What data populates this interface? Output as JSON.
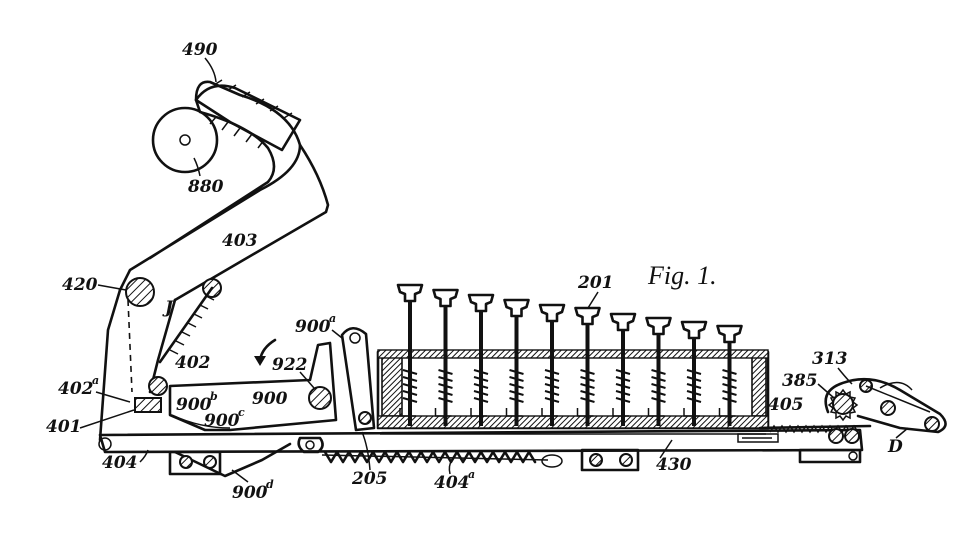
{
  "figure": {
    "caption": "Fig. 1.",
    "labels": {
      "l490": "490",
      "l880": "880",
      "l403": "403",
      "l420": "420",
      "lJ": "J",
      "l402": "402",
      "l402a": "402",
      "l402a_sup": "a",
      "l401": "401",
      "l404": "404",
      "l922": "922",
      "l900a": "900",
      "l900a_sup": "a",
      "l900b": "900",
      "l900b_sup": "b",
      "l900": "900",
      "l900c": "900",
      "l900c_sup": "c",
      "l900d": "900",
      "l900d_sup": "d",
      "l205": "205",
      "l404a": "404",
      "l404a_sup": "a",
      "l430": "430",
      "l201": "201",
      "l313": "313",
      "l385": "385",
      "l405": "405",
      "lD": "D"
    }
  },
  "colors": {
    "ink": "#111111",
    "paper": "#ffffff"
  }
}
